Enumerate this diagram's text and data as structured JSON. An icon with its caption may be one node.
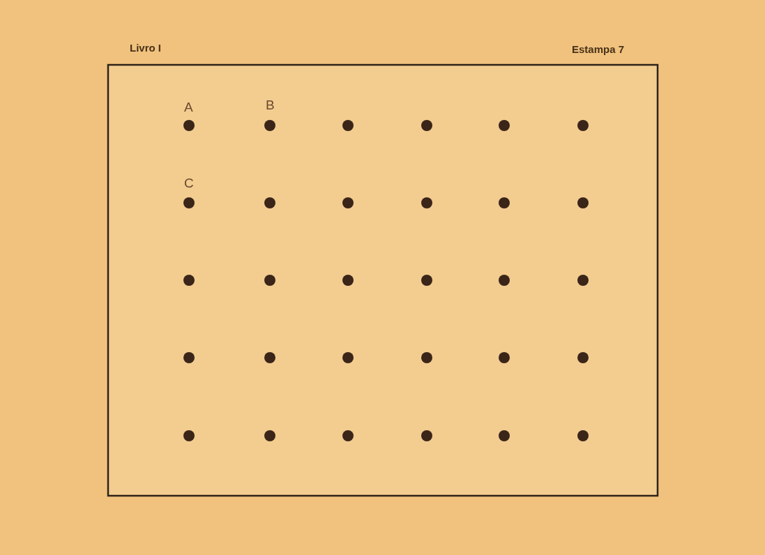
{
  "diagram": {
    "labels": [
      "Livro I",
      "Estampa 7",
      "A",
      "B",
      "C"
    ]
  }
}
